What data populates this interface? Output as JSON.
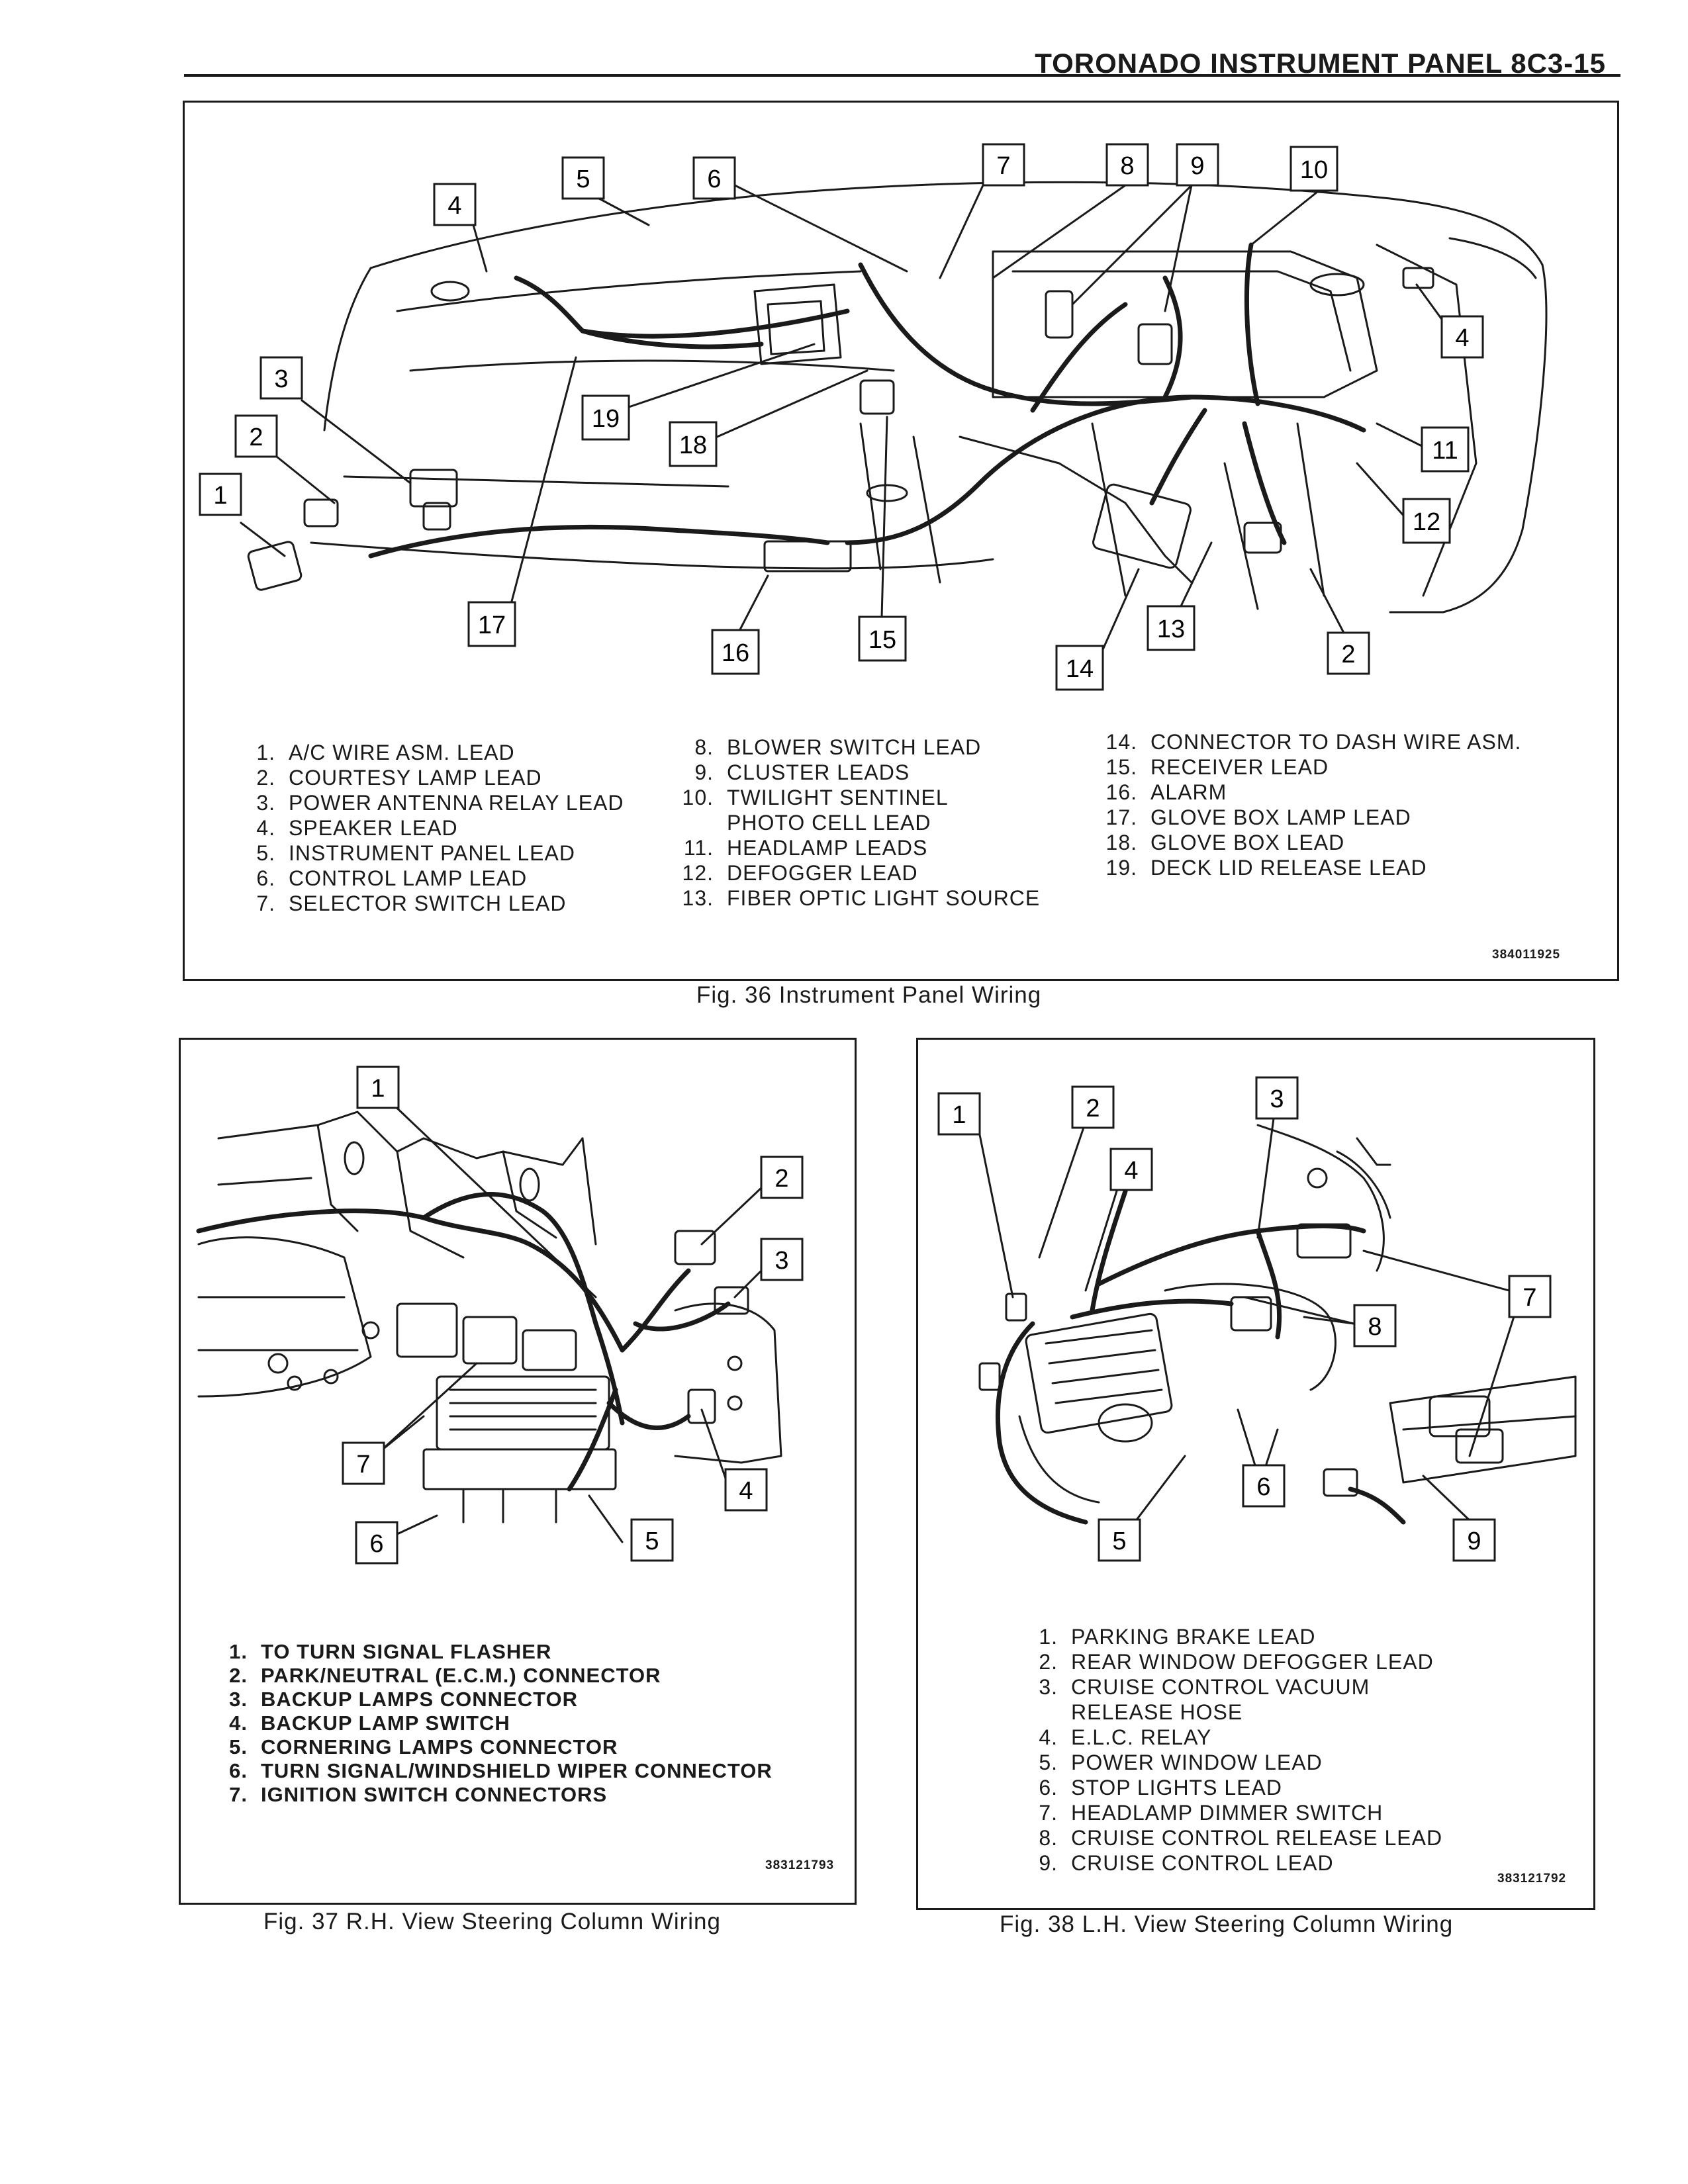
{
  "header": {
    "title": "TORONADO INSTRUMENT PANEL  8C3-15"
  },
  "fig36": {
    "caption": "Fig. 36 Instrument Panel Wiring",
    "code": "384011925",
    "callouts": [
      "1",
      "2",
      "3",
      "4",
      "5",
      "6",
      "7",
      "8",
      "9",
      "10",
      "4",
      "11",
      "12",
      "19",
      "18",
      "17",
      "16",
      "15",
      "14",
      "13",
      "2"
    ],
    "legend_col1": [
      {
        "n": "1.",
        "t": "A/C WIRE ASM. LEAD"
      },
      {
        "n": "2.",
        "t": "COURTESY LAMP LEAD"
      },
      {
        "n": "3.",
        "t": "POWER ANTENNA RELAY LEAD"
      },
      {
        "n": "4.",
        "t": "SPEAKER LEAD"
      },
      {
        "n": "5.",
        "t": "INSTRUMENT PANEL LEAD"
      },
      {
        "n": "6.",
        "t": "CONTROL LAMP LEAD"
      },
      {
        "n": "7.",
        "t": "SELECTOR SWITCH LEAD"
      }
    ],
    "legend_col2": [
      {
        "n": "8.",
        "t": "BLOWER SWITCH LEAD"
      },
      {
        "n": "9.",
        "t": "CLUSTER LEADS"
      },
      {
        "n": "10.",
        "t": "TWILIGHT SENTINEL"
      },
      {
        "n": "",
        "t": "PHOTO CELL LEAD"
      },
      {
        "n": "11.",
        "t": "HEADLAMP LEADS"
      },
      {
        "n": "12.",
        "t": "DEFOGGER LEAD"
      },
      {
        "n": "13.",
        "t": "FIBER OPTIC LIGHT SOURCE"
      }
    ],
    "legend_col3": [
      {
        "n": "14.",
        "t": "CONNECTOR TO DASH WIRE ASM."
      },
      {
        "n": "15.",
        "t": "RECEIVER LEAD"
      },
      {
        "n": "16.",
        "t": "ALARM"
      },
      {
        "n": "17.",
        "t": "GLOVE BOX LAMP LEAD"
      },
      {
        "n": "18.",
        "t": "GLOVE BOX LEAD"
      },
      {
        "n": "19.",
        "t": "DECK LID RELEASE LEAD"
      }
    ]
  },
  "fig37": {
    "caption": "Fig. 37 R.H. View Steering Column Wiring",
    "code": "383121793",
    "callouts": [
      "1",
      "2",
      "3",
      "7",
      "4",
      "6",
      "5"
    ],
    "legend": [
      {
        "n": "1.",
        "t": "TO TURN SIGNAL FLASHER"
      },
      {
        "n": "2.",
        "t": "PARK/NEUTRAL (E.C.M.) CONNECTOR"
      },
      {
        "n": "3.",
        "t": "BACKUP LAMPS CONNECTOR"
      },
      {
        "n": "4.",
        "t": "BACKUP LAMP SWITCH"
      },
      {
        "n": "5.",
        "t": "CORNERING LAMPS CONNECTOR"
      },
      {
        "n": "6.",
        "t": "TURN SIGNAL/WINDSHIELD WIPER CONNECTOR"
      },
      {
        "n": "7.",
        "t": "IGNITION SWITCH CONNECTORS"
      }
    ]
  },
  "fig38": {
    "caption": "Fig. 38 L.H. View Steering Column Wiring",
    "code": "383121792",
    "callouts": [
      "1",
      "2",
      "3",
      "4",
      "7",
      "8",
      "6",
      "5",
      "9"
    ],
    "legend": [
      {
        "n": "1.",
        "t": "PARKING BRAKE LEAD"
      },
      {
        "n": "2.",
        "t": "REAR WINDOW DEFOGGER LEAD"
      },
      {
        "n": "3.",
        "t": "CRUISE CONTROL VACUUM"
      },
      {
        "n": "",
        "t": "RELEASE HOSE"
      },
      {
        "n": "4.",
        "t": "E.L.C. RELAY"
      },
      {
        "n": "5.",
        "t": "POWER WINDOW LEAD"
      },
      {
        "n": "6.",
        "t": "STOP LIGHTS LEAD"
      },
      {
        "n": "7.",
        "t": "HEADLAMP DIMMER SWITCH"
      },
      {
        "n": "8.",
        "t": "CRUISE CONTROL RELEASE LEAD"
      },
      {
        "n": "9.",
        "t": "CRUISE CONTROL LEAD"
      }
    ]
  }
}
